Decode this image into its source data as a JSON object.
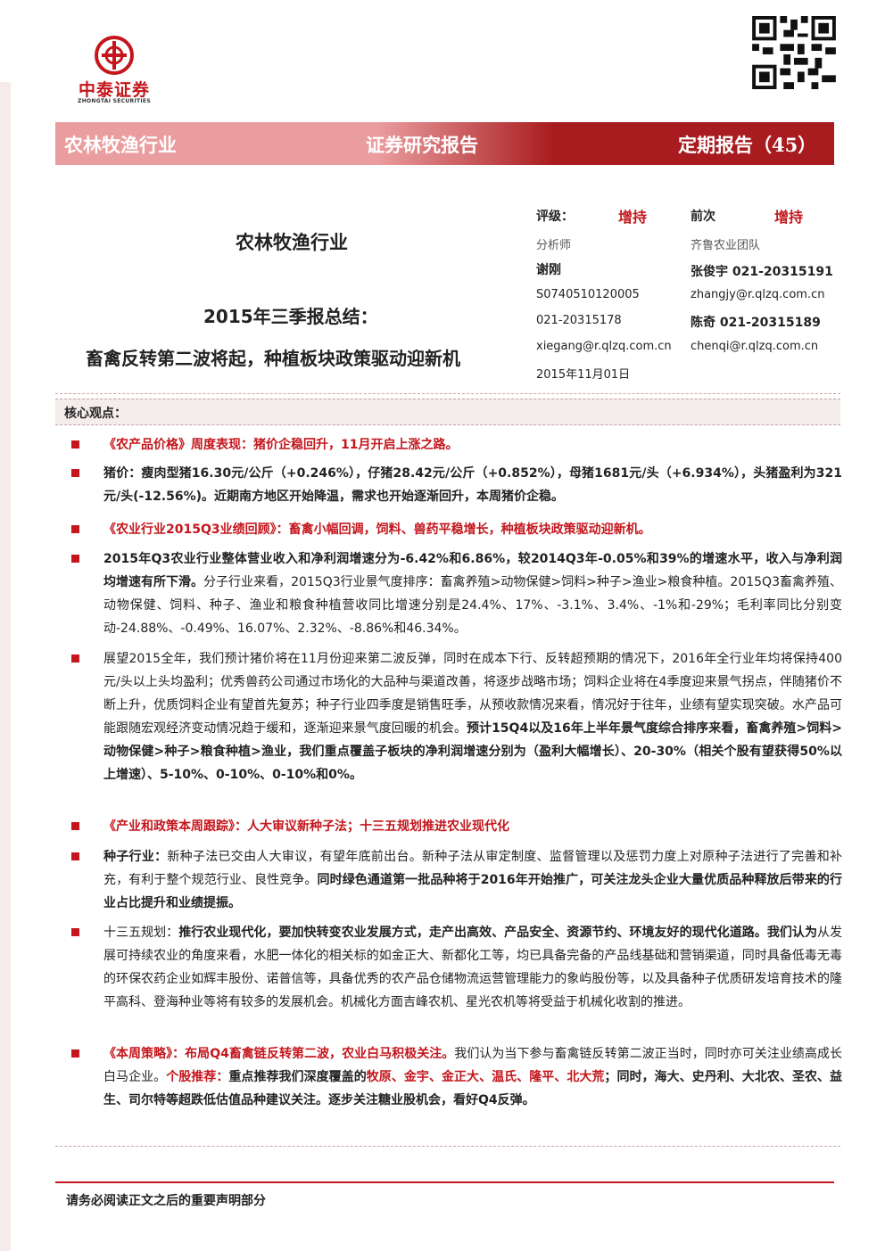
{
  "brand": {
    "name": "中泰证券",
    "name_en": "ZHONGTAI SECURITIES",
    "red": "#c4161c"
  },
  "banner": {
    "industry": "农林牧渔行业",
    "report_type": "证券研究报告",
    "periodic": "定期报告（45）"
  },
  "title": {
    "category": "农林牧渔行业",
    "line1": "2015年三季报总结：",
    "line2": "畜禽反转第二波将起，种植板块政策驱动迎新机"
  },
  "rating": {
    "label": "评级：",
    "value": "增持",
    "prev_label": "前次",
    "prev_value": "增持"
  },
  "analyst": {
    "label": "分析师",
    "name": "谢刚",
    "cert": "S0740510120005",
    "phone": "021-20315178",
    "email": "xiegang@r.qlzq.com.cn",
    "date": "2015年11月01日"
  },
  "team": {
    "label": "齐鲁农业团队",
    "m1": "张俊宇 021-20315191",
    "m1_email": "zhangjy@r.qlzq.com.cn",
    "m2": "陈奇 021-20315189",
    "m2_email": "chenqi@r.qlzq.com.cn"
  },
  "core_label": "核心观点：",
  "p1": "《农产品价格》周度表现：猪价企稳回升，11月开启上涨之路。",
  "p2": {
    "a": "猪价：瘦肉型猪16.30元/公斤（+0.246%），仔猪28.42元/公斤（+0.852%），母猪1681元/头（+6.934%），头猪盈利为321元/头(-12.56%)。近期南方地区开始降温，需求也开始逐渐回升，本周猪价企稳。"
  },
  "p3": "《农业行业2015Q3业绩回顾》：畜禽小幅回调，饲料、兽药平稳增长，种植板块政策驱动迎新机。",
  "p4": {
    "a": "2015年Q3农业行业整体营业收入和净利润增速分为-6.42%和6.86%，较2014Q3年-0.05%和39%的增速水平，收入与净利润均增速有所下滑。",
    "b": "分子行业来看，2015Q3行业景气度排序：畜禽养殖>动物保健>饲料>种子>渔业>粮食种植。2015Q3畜禽养殖、动物保健、饲料、种子、渔业和粮食种植营收同比增速分别是24.4%、17%、-3.1%、3.4%、-1%和-29%；毛利率同比分别变动-24.88%、-0.49%、16.07%、2.32%、-8.86%和46.34%。"
  },
  "p5": {
    "a": "展望2015全年，我们预计猪价将在11月份迎来第二波反弹，同时在成本下行、反转超预期的情况下，2016年全行业年均将保持400元/头以上头均盈利；优秀兽药公司通过市场化的大品种与渠道改善，将逐步战略市场；饲料企业将在4季度迎来景气拐点，伴随猪价不断上升，优质饲料企业有望首先复苏；种子行业四季度是销售旺季，从预收款情况来看，情况好于往年，业绩有望实现突破。水产品可能跟随宏观经济变动情况趋于缓和，逐渐迎来景气度回暖的机会。",
    "b": "预计15Q4以及16年上半年景气度综合排序来看，畜禽养殖>饲料>动物保健>种子>粮食种植>渔业，我们重点覆盖子板块的净利润增速分别为（盈利大幅增长）、20-30%（相关个股有望获得50%以上增速）、5-10%、0-10%、0-10%和0%。"
  },
  "p6": "《产业和政策本周跟踪》：人大审议新种子法；十三五规划推进农业现代化",
  "p7": {
    "a": "种子行业：",
    "b": "新种子法已交由人大审议，有望年底前出台。新种子法从审定制度、监督管理以及惩罚力度上对原种子法进行了完善和补充，有利于整个规范行业、良性竞争。",
    "c": "同时绿色通道第一批品种将于2016年开始推广，可关注龙头企业大量优质品种释放后带来的行业占比提升和业绩提振。"
  },
  "p8": {
    "a": "十三五规划：",
    "b": "推行农业现代化，要加快转变农业发展方式，走产出高效、产品安全、资源节约、环境友好的现代化道路。",
    "c": "我们认为",
    "d": "从发展可持续农业的角度来看，水肥一体化的相关标的如金正大、新都化工等，均已具备完备的产品线基础和营销渠道，同时具备低毒无毒的环保农药企业如辉丰股份、诺普信等，具备优秀的农产品仓储物流运营管理能力的象屿股份等，以及具备种子优质研发培育技术的隆平高科、登海种业等将有较多的发展机会。机械化方面吉峰农机、星光农机等将受益于机械化收割的推进。"
  },
  "p9": {
    "a": "《本周策略》：布局Q4畜禽链反转第二波，农业白马积极关注。",
    "b": "我们认为当下参与畜禽链反转第二波正当时，同时亦可关注业绩高成长白马企业。",
    "c": "个股推荐：",
    "d": "重点推荐我们深度覆盖的",
    "e": "牧原、金宇、金正大、温氏、隆平、北大荒",
    "f": "；同时，海大、史丹利、大北农、圣农、益生、司尔特等超跌低估值品种建议关注。逐步关注糖业股机会，看好Q4反弹。"
  },
  "footer": "请务必阅读正文之后的重要声明部分"
}
